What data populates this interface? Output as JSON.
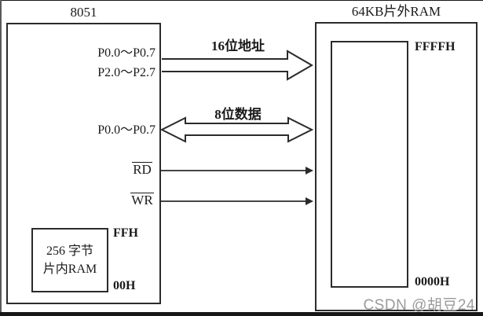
{
  "mcu": {
    "title": "8051",
    "port_rows": [
      "P0.0～P0.7",
      "P2.0～P2.7",
      "P0.0～P0.7"
    ],
    "control_signals": [
      "RD",
      "WR"
    ],
    "internal_ram": {
      "line1": "256 字节",
      "line2": "片内RAM",
      "top_address": "FFH",
      "bottom_address": "00H"
    }
  },
  "external_ram": {
    "title": "64KB片外RAM",
    "top_address": "FFFFH",
    "bottom_address": "0000H"
  },
  "buses": {
    "address_bus_label": "16位地址",
    "data_bus_label": "8位数据"
  },
  "frame": {
    "watermark": "CSDN @胡豆24"
  },
  "colors": {
    "line": "#2b2b2b",
    "text": "#1a1a1a",
    "watermark": "#9b9b9b",
    "background": "#ffffff"
  }
}
